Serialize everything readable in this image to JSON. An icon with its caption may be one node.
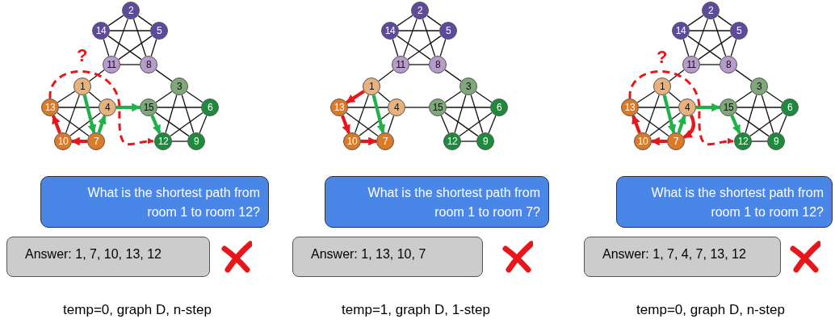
{
  "diagram": {
    "nodes": [
      {
        "text": [
          "2"
        ]
      },
      {
        "text": [
          "14"
        ]
      },
      {
        "text": [
          "5"
        ]
      },
      {
        "text": [
          "11"
        ]
      },
      {
        "text": [
          "8"
        ]
      },
      {
        "text": [
          "1"
        ]
      },
      {
        "text": [
          "3"
        ]
      },
      {
        "text": [
          "13"
        ]
      },
      {
        "text": [
          "4"
        ]
      },
      {
        "text": [
          "15"
        ]
      },
      {
        "text": [
          "6"
        ]
      },
      {
        "text": [
          "10"
        ]
      },
      {
        "text": [
          "7"
        ]
      },
      {
        "text": [
          "12"
        ]
      },
      {
        "text": [
          "9"
        ]
      },
      {
        "text": [
          "What is the shortest path from room 1 to room 12?"
        ]
      },
      {
        "text": [
          "Answer: 1, 7, 10, 13, 12"
        ]
      },
      {
        "text": [
          "2"
        ]
      },
      {
        "text": [
          "14"
        ]
      },
      {
        "text": [
          "5"
        ]
      },
      {
        "text": [
          "11"
        ]
      },
      {
        "text": [
          "8"
        ]
      },
      {
        "text": [
          "1"
        ]
      },
      {
        "text": [
          "3"
        ]
      },
      {
        "text": [
          "13"
        ]
      },
      {
        "text": [
          "4"
        ]
      },
      {
        "text": [
          "15"
        ]
      },
      {
        "text": [
          "6"
        ]
      },
      {
        "text": [
          "10"
        ]
      },
      {
        "text": [
          "7"
        ]
      },
      {
        "text": [
          "12"
        ]
      },
      {
        "text": [
          "9"
        ]
      },
      {
        "text": [
          "What is the shortest path from room 1 to room 7?"
        ]
      },
      {
        "text": [
          "Answer: 1, 13, 10, 7"
        ]
      },
      {
        "text": [
          "2"
        ]
      },
      {
        "text": [
          "14"
        ]
      },
      {
        "text": [
          "5"
        ]
      },
      {
        "text": [
          "11"
        ]
      },
      {
        "text": [
          "8"
        ]
      },
      {
        "text": [
          "1"
        ]
      },
      {
        "text": [
          "3"
        ]
      },
      {
        "text": [
          "13"
        ]
      },
      {
        "text": [
          "4"
        ]
      },
      {
        "text": [
          "15"
        ]
      },
      {
        "text": [
          "6"
        ]
      },
      {
        "text": [
          "10"
        ]
      },
      {
        "text": [
          "7"
        ]
      },
      {
        "text": [
          "12"
        ]
      },
      {
        "text": [
          "9"
        ]
      },
      {
        "text": [
          "What is the shortest path from room 1 to room 12?"
        ]
      },
      {
        "text": [
          "Answer: 1, 7, 4, 7, 13, 12"
        ]
      }
    ],
    "edges": [
      {
        "from": 0,
        "to": 1,
        "arrow": "none"
      },
      {
        "from": 0,
        "to": 2,
        "arrow": "none"
      },
      {
        "from": 0,
        "to": 3,
        "arrow": "none"
      },
      {
        "from": 0,
        "to": 4,
        "arrow": "none"
      },
      {
        "from": 1,
        "to": 2,
        "arrow": "none"
      },
      {
        "from": 1,
        "to": 3,
        "arrow": "none"
      },
      {
        "from": 1,
        "to": 4,
        "arrow": "none"
      },
      {
        "from": 2,
        "to": 3,
        "arrow": "none"
      },
      {
        "from": 2,
        "to": 4,
        "arrow": "none"
      },
      {
        "from": 3,
        "to": 4,
        "arrow": "none"
      },
      {
        "from": 3,
        "to": 5,
        "arrow": "none"
      },
      {
        "from": 4,
        "to": 6,
        "arrow": "none"
      },
      {
        "from": 5,
        "to": 7,
        "arrow": "none"
      },
      {
        "from": 5,
        "to": 8,
        "arrow": "none"
      },
      {
        "from": 5,
        "to": 11,
        "arrow": "none"
      },
      {
        "from": 7,
        "to": 8,
        "arrow": "none"
      },
      {
        "from": 7,
        "to": 12,
        "arrow": "none"
      },
      {
        "from": 8,
        "to": 11,
        "arrow": "none"
      },
      {
        "from": 6,
        "to": 9,
        "arrow": "none"
      },
      {
        "from": 6,
        "to": 10,
        "arrow": "none"
      },
      {
        "from": 6,
        "to": 13,
        "arrow": "none"
      },
      {
        "from": 6,
        "to": 14,
        "arrow": "none"
      },
      {
        "from": 9,
        "to": 10,
        "arrow": "none"
      },
      {
        "from": 9,
        "to": 14,
        "arrow": "none"
      },
      {
        "from": 10,
        "to": 13,
        "arrow": "none"
      },
      {
        "from": 10,
        "to": 14,
        "arrow": "none"
      },
      {
        "from": 13,
        "to": 14,
        "arrow": "none"
      },
      {
        "from": 5,
        "to": 12,
        "arrow": "to",
        "style": "thick",
        "color": "#1fb24a"
      },
      {
        "from": 12,
        "to": 8,
        "arrow": "to",
        "style": "thick",
        "color": "#1fb24a"
      },
      {
        "from": 8,
        "to": 9,
        "arrow": "to",
        "style": "thick",
        "color": "#1fb24a"
      },
      {
        "from": 9,
        "to": 13,
        "arrow": "to",
        "style": "thick",
        "color": "#1fb24a"
      },
      {
        "from": 12,
        "to": 11,
        "arrow": "to",
        "style": "thick",
        "color": "#e8161b"
      },
      {
        "from": 11,
        "to": 7,
        "arrow": "to",
        "style": "thick",
        "color": "#e8161b"
      },
      {
        "from": 7,
        "to": 13,
        "arrow": "to",
        "style": "dashed",
        "color": "#e8161b"
      },
      {
        "from": 17,
        "to": 18,
        "arrow": "none"
      },
      {
        "from": 17,
        "to": 19,
        "arrow": "none"
      },
      {
        "from": 17,
        "to": 20,
        "arrow": "none"
      },
      {
        "from": 17,
        "to": 21,
        "arrow": "none"
      },
      {
        "from": 18,
        "to": 19,
        "arrow": "none"
      },
      {
        "from": 18,
        "to": 20,
        "arrow": "none"
      },
      {
        "from": 18,
        "to": 21,
        "arrow": "none"
      },
      {
        "from": 19,
        "to": 20,
        "arrow": "none"
      },
      {
        "from": 19,
        "to": 21,
        "arrow": "none"
      },
      {
        "from": 20,
        "to": 21,
        "arrow": "none"
      },
      {
        "from": 20,
        "to": 22,
        "arrow": "none"
      },
      {
        "from": 21,
        "to": 23,
        "arrow": "none"
      },
      {
        "from": 25,
        "to": 26,
        "arrow": "none"
      },
      {
        "from": 22,
        "to": 25,
        "arrow": "none"
      },
      {
        "from": 22,
        "to": 28,
        "arrow": "none"
      },
      {
        "from": 24,
        "to": 25,
        "arrow": "none"
      },
      {
        "from": 24,
        "to": 29,
        "arrow": "none"
      },
      {
        "from": 25,
        "to": 28,
        "arrow": "none"
      },
      {
        "from": 25,
        "to": 29,
        "arrow": "none"
      },
      {
        "from": 23,
        "to": 26,
        "arrow": "none"
      },
      {
        "from": 23,
        "to": 27,
        "arrow": "none"
      },
      {
        "from": 23,
        "to": 30,
        "arrow": "none"
      },
      {
        "from": 23,
        "to": 31,
        "arrow": "none"
      },
      {
        "from": 26,
        "to": 27,
        "arrow": "none"
      },
      {
        "from": 26,
        "to": 30,
        "arrow": "none"
      },
      {
        "from": 26,
        "to": 31,
        "arrow": "none"
      },
      {
        "from": 27,
        "to": 30,
        "arrow": "none"
      },
      {
        "from": 27,
        "to": 31,
        "arrow": "none"
      },
      {
        "from": 30,
        "to": 31,
        "arrow": "none"
      },
      {
        "from": 22,
        "to": 24,
        "arrow": "to",
        "style": "thick",
        "color": "#e8161b"
      },
      {
        "from": 24,
        "to": 28,
        "arrow": "to",
        "style": "thick",
        "color": "#e8161b"
      },
      {
        "from": 28,
        "to": 29,
        "arrow": "to",
        "style": "thick",
        "color": "#e8161b"
      },
      {
        "from": 22,
        "to": 29,
        "arrow": "to",
        "style": "thick",
        "color": "#1fb24a"
      },
      {
        "from": 34,
        "to": 35,
        "arrow": "none"
      },
      {
        "from": 34,
        "to": 36,
        "arrow": "none"
      },
      {
        "from": 34,
        "to": 37,
        "arrow": "none"
      },
      {
        "from": 34,
        "to": 38,
        "arrow": "none"
      },
      {
        "from": 35,
        "to": 36,
        "arrow": "none"
      },
      {
        "from": 35,
        "to": 37,
        "arrow": "none"
      },
      {
        "from": 35,
        "to": 38,
        "arrow": "none"
      },
      {
        "from": 36,
        "to": 37,
        "arrow": "none"
      },
      {
        "from": 36,
        "to": 38,
        "arrow": "none"
      },
      {
        "from": 37,
        "to": 38,
        "arrow": "none"
      },
      {
        "from": 37,
        "to": 39,
        "arrow": "none"
      },
      {
        "from": 38,
        "to": 40,
        "arrow": "none"
      },
      {
        "from": 39,
        "to": 41,
        "arrow": "none"
      },
      {
        "from": 39,
        "to": 42,
        "arrow": "none"
      },
      {
        "from": 39,
        "to": 45,
        "arrow": "none"
      },
      {
        "from": 41,
        "to": 42,
        "arrow": "none"
      },
      {
        "from": 41,
        "to": 46,
        "arrow": "none"
      },
      {
        "from": 42,
        "to": 45,
        "arrow": "none"
      },
      {
        "from": 40,
        "to": 43,
        "arrow": "none"
      },
      {
        "from": 40,
        "to": 44,
        "arrow": "none"
      },
      {
        "from": 40,
        "to": 47,
        "arrow": "none"
      },
      {
        "from": 40,
        "to": 48,
        "arrow": "none"
      },
      {
        "from": 43,
        "to": 44,
        "arrow": "none"
      },
      {
        "from": 43,
        "to": 48,
        "arrow": "none"
      },
      {
        "from": 44,
        "to": 47,
        "arrow": "none"
      },
      {
        "from": 44,
        "to": 48,
        "arrow": "none"
      },
      {
        "from": 47,
        "to": 48,
        "arrow": "none"
      },
      {
        "from": 39,
        "to": 46,
        "arrow": "to",
        "style": "thick",
        "color": "#1fb24a"
      },
      {
        "from": 46,
        "to": 42,
        "arrow": "to",
        "style": "thick",
        "color": "#1fb24a"
      },
      {
        "from": 42,
        "to": 43,
        "arrow": "to",
        "style": "thick",
        "color": "#1fb24a"
      },
      {
        "from": 43,
        "to": 47,
        "arrow": "to",
        "style": "thick",
        "color": "#1fb24a"
      },
      {
        "from": 42,
        "to": 46,
        "arrow": "to",
        "style": "thick",
        "color": "#e8161b"
      },
      {
        "from": 46,
        "to": 45,
        "arrow": "to",
        "style": "thick",
        "color": "#e8161b"
      },
      {
        "from": 45,
        "to": 41,
        "arrow": "to",
        "style": "thick",
        "color": "#e8161b"
      },
      {
        "from": 41,
        "to": 47,
        "arrow": "to",
        "style": "dashed",
        "color": "#e8161b"
      }
    ],
    "labels": [
      "?",
      "?",
      "temp=0, graph D, n-step",
      "temp=1, graph D, 1-step",
      "temp=0, graph D, n-step"
    ]
  }
}
